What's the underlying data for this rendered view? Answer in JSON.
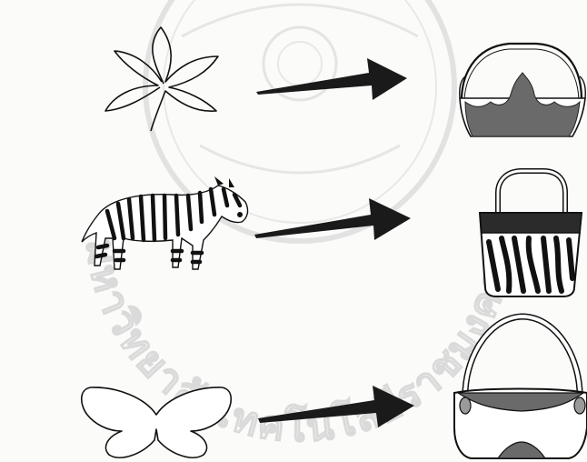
{
  "watermark": {
    "text": "มหาวิทยาลัยเทคโนโลยีราชมงคลพระนคร"
  },
  "rows": [
    {
      "source": "leaf",
      "result": "leaf-pattern-handbag"
    },
    {
      "source": "zebra",
      "result": "zebra-pattern-tote"
    },
    {
      "source": "butterfly",
      "result": "butterfly-shaped-handbag"
    }
  ],
  "colors": {
    "ink": "#111111",
    "arrow": "#1a1a1a",
    "bag_fill": "#6a6a6a",
    "watermark": "#d7d7d7"
  }
}
